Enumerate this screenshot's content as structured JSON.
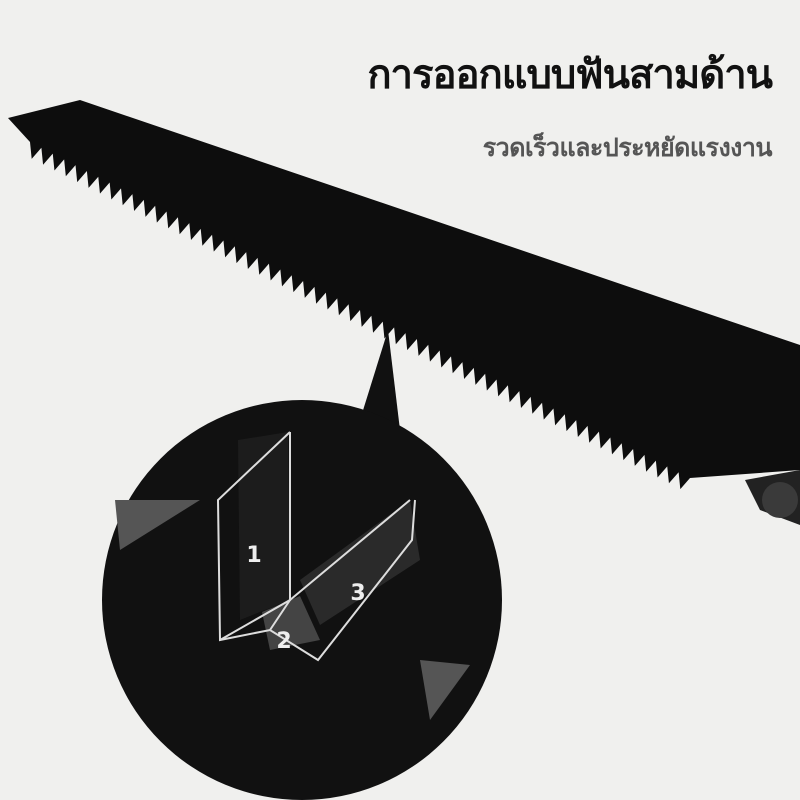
{
  "headline": "การออกแบบฟันสามด้าน",
  "subheadline": "รวดเร็วและประหยัดแรงงาน",
  "facet_labels": [
    "1",
    "2",
    "3"
  ]
}
